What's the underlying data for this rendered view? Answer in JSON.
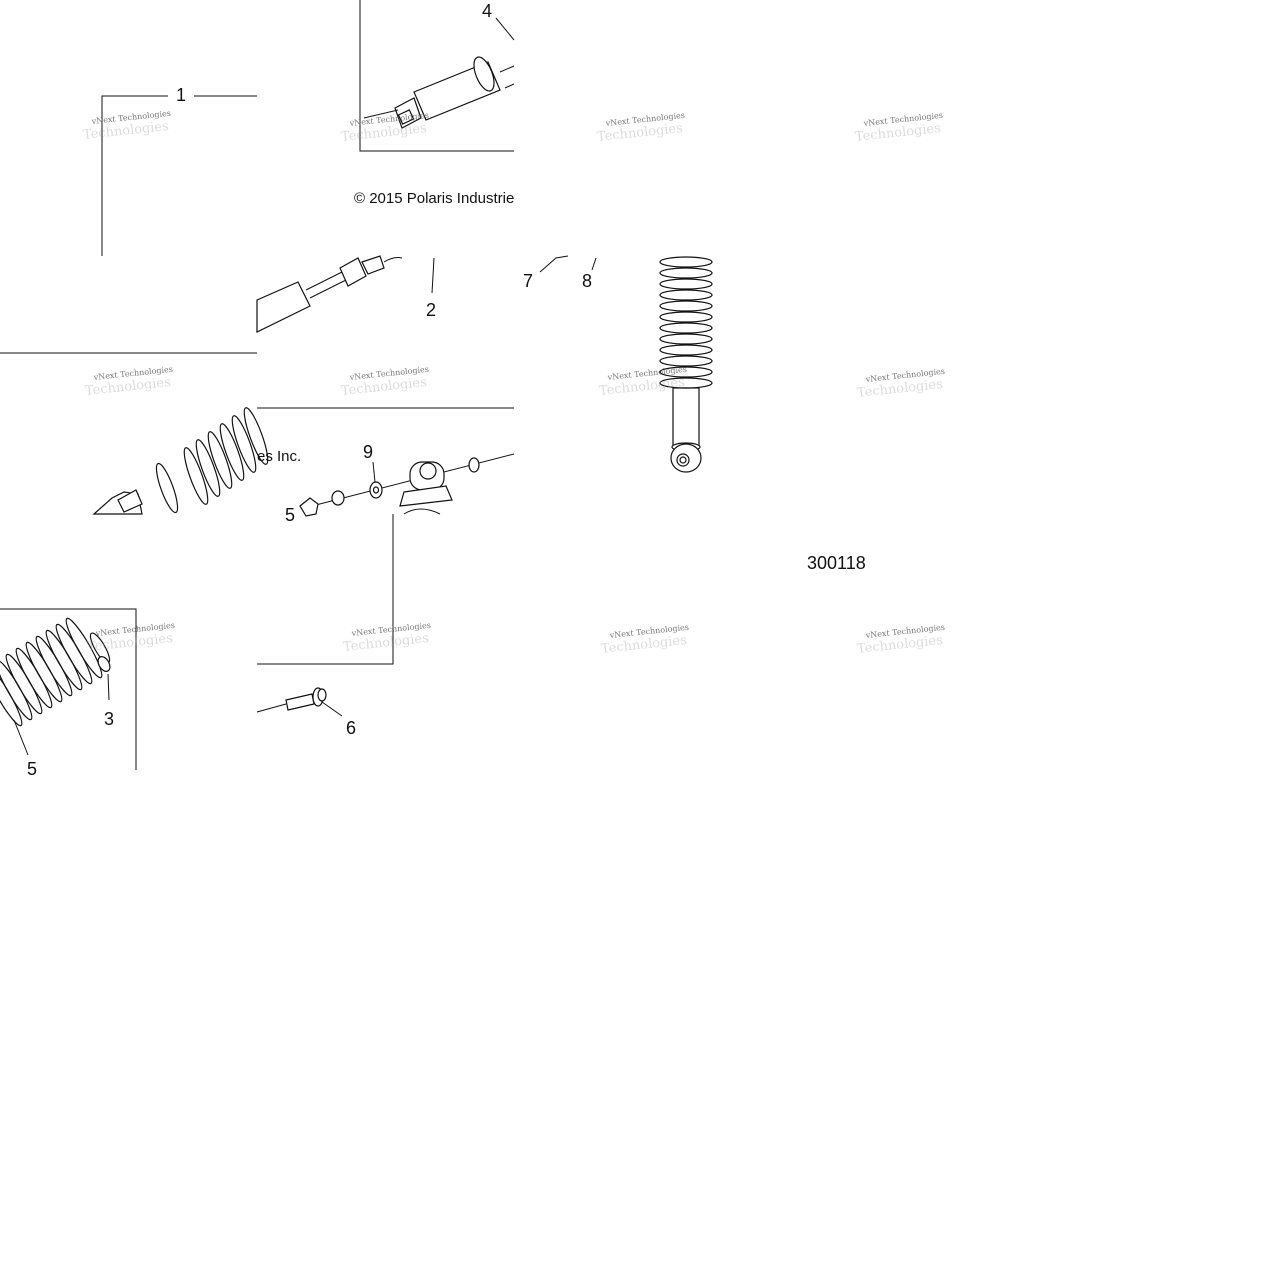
{
  "callouts": {
    "c1": "1",
    "c2": "2",
    "c3": "3",
    "c4": "4",
    "c5": "5",
    "c5b": "5",
    "c6": "6",
    "c7": "7",
    "c8": "8",
    "c9": "9"
  },
  "copyright": "© 2015 Polaris Industrie",
  "copyright_fragment": "es Inc.",
  "figure_number": "300118",
  "watermark": {
    "line1": "vNext Technologies",
    "ghost": "Technologies"
  },
  "colors": {
    "ink": "#111111",
    "background": "#ffffff"
  }
}
